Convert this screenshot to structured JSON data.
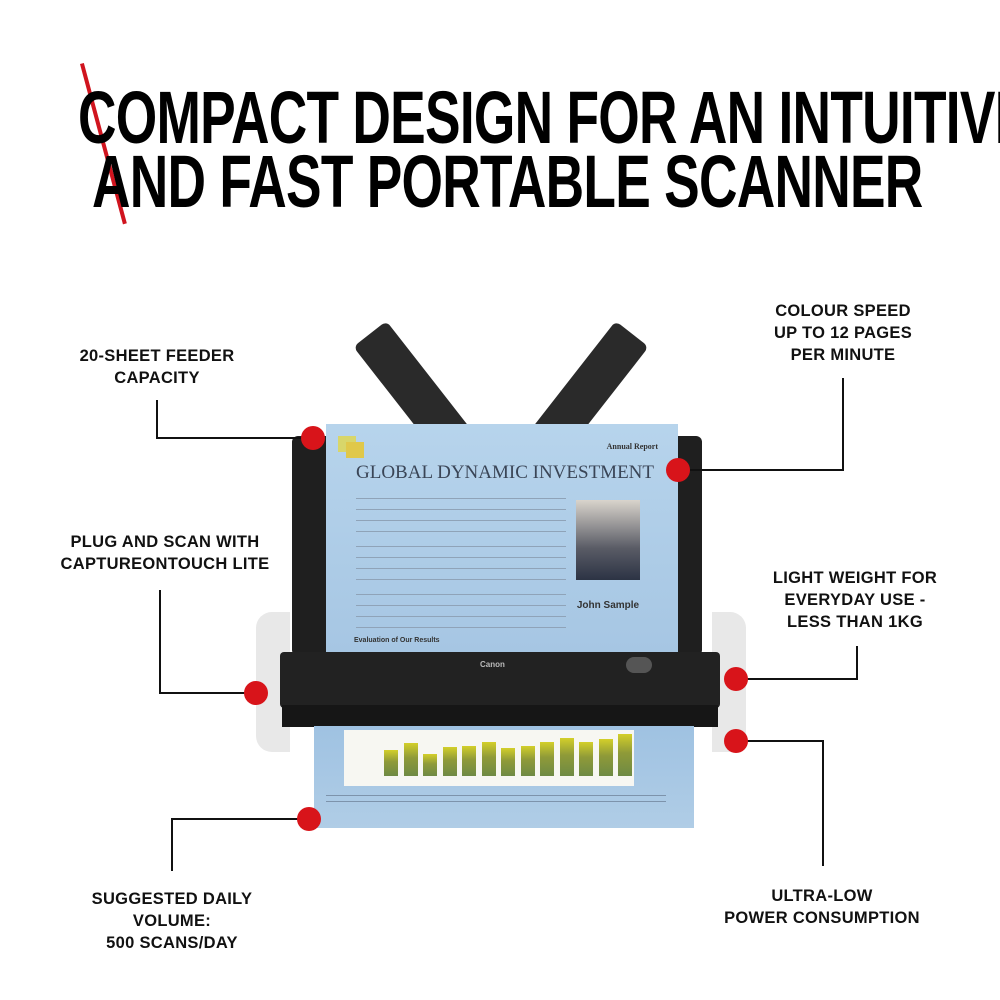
{
  "headline": {
    "line1": "COMPACT DESIGN FOR AN INTUITIVE",
    "line2": "AND FAST PORTABLE SCANNER",
    "accent_color": "#d0141e"
  },
  "callouts": [
    {
      "lines": [
        "20-SHEET FEEDER",
        "CAPACITY"
      ]
    },
    {
      "lines": [
        "COLOUR SPEED",
        "UP TO 12 PAGES",
        "PER MINUTE"
      ]
    },
    {
      "lines": [
        "PLUG AND SCAN WITH",
        "CAPTUREONTOUCH LITE"
      ]
    },
    {
      "lines": [
        "LIGHT WEIGHT FOR",
        "EVERYDAY USE -",
        "LESS THAN 1KG"
      ]
    },
    {
      "lines": [
        "SUGGESTED DAILY",
        "VOLUME:",
        "500 SCANS/DAY"
      ]
    },
    {
      "lines": [
        "ULTRA-LOW",
        "POWER CONSUMPTION"
      ]
    }
  ],
  "marker_color": "#d8141a",
  "scanner": {
    "brand": "Canon",
    "document": {
      "label": "Annual Report",
      "title": "GLOBAL DYNAMIC INVESTMENT",
      "person_name": "John Sample",
      "section": "Evaluation of Our Results"
    },
    "chart_bars": [
      0.62,
      0.78,
      0.52,
      0.68,
      0.72,
      0.8,
      0.66,
      0.71,
      0.8,
      0.9,
      0.8,
      0.88,
      1.0
    ]
  }
}
